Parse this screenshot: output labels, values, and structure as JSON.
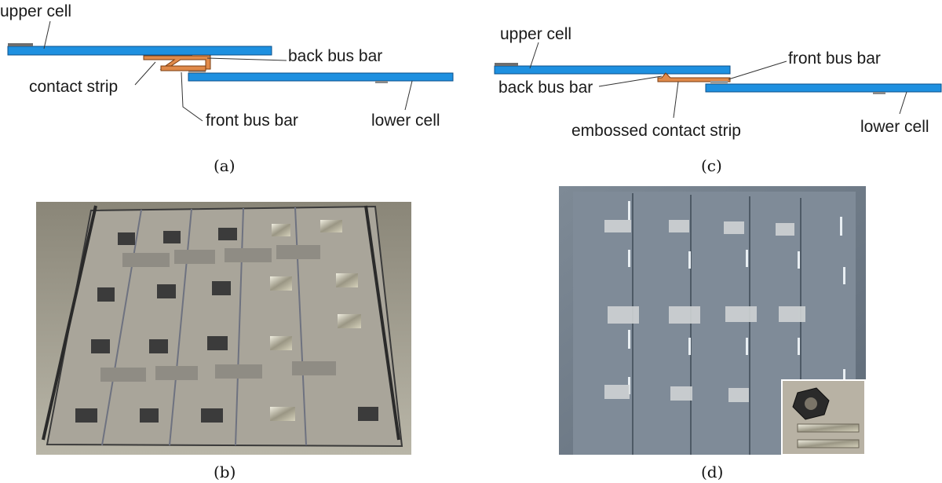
{
  "panel_a": {
    "caption": "(a)",
    "labels": {
      "upper_cell": "upper cell",
      "back_bus_bar": "back bus bar",
      "contact_strip": "contact strip",
      "front_bus_bar": "front bus bar",
      "lower_cell": "lower cell"
    }
  },
  "panel_c": {
    "caption": "(c)",
    "labels": {
      "upper_cell": "upper cell",
      "front_bus_bar": "front bus bar",
      "back_bus_bar": "back bus bar",
      "embossed_contact_strip": "embossed contact strip",
      "lower_cell": "lower cell"
    }
  },
  "panel_b": {
    "caption": "(b)"
  },
  "panel_d": {
    "caption": "(d)"
  },
  "colors": {
    "cell_fill": "#1e90e0",
    "cell_stroke": "#0b4f8a",
    "strip_fill": "#e08a4a",
    "strip_stroke": "#7a3c10",
    "bus_bar": "#8a8a8a"
  }
}
